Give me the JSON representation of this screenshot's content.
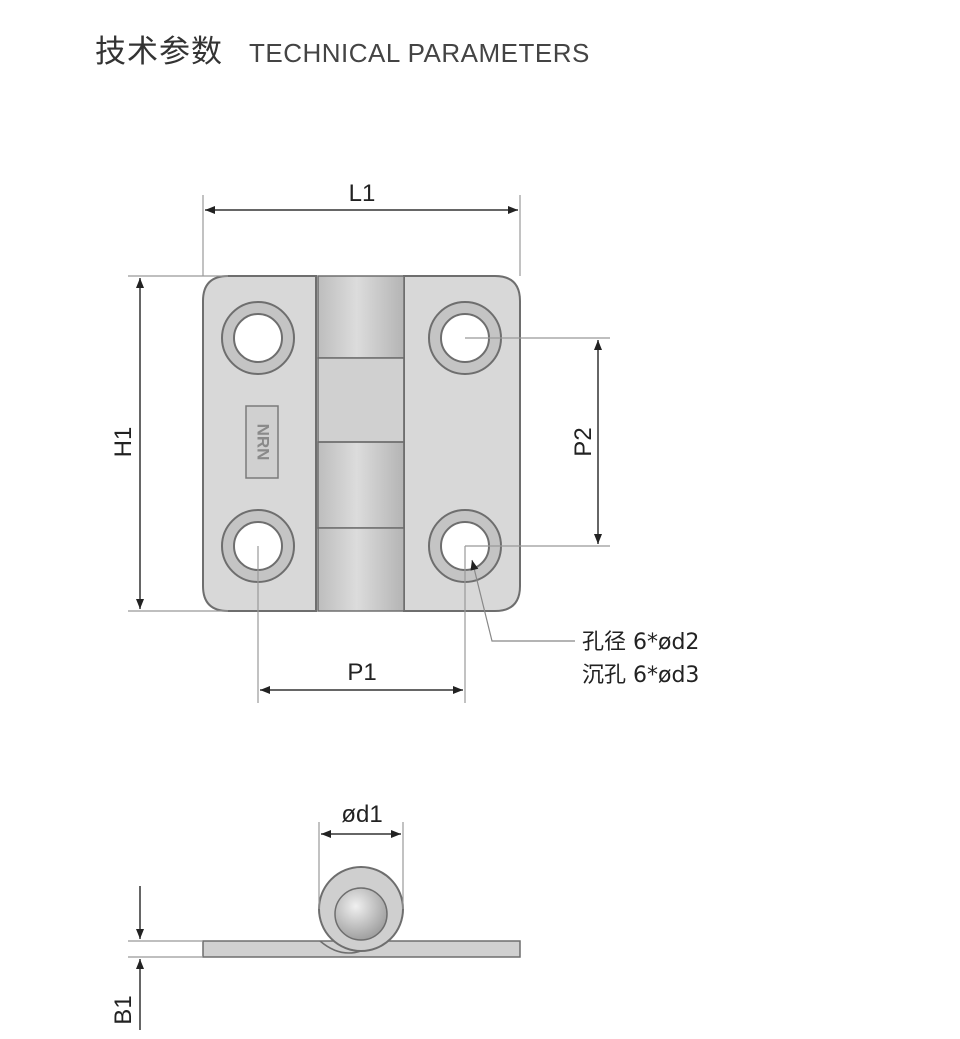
{
  "header": {
    "title_cn": "技术参数",
    "title_en": "TECHNICAL PARAMETERS"
  },
  "front_view": {
    "logo_text": "NRN",
    "dims": {
      "L1": "L1",
      "H1": "H1",
      "P1": "P1",
      "P2": "P2"
    },
    "hole_note": {
      "line1": "孔径 6*ød2",
      "line2": "沉孔 6*ød3"
    }
  },
  "side_view": {
    "dims": {
      "d1": "ød1",
      "B1": "B1"
    }
  },
  "colors": {
    "plate_fill": "#d7d7d7",
    "plate_stroke": "#6e6e6e",
    "knuckle_fill": "#c8c8c8",
    "dimension_line": "#333333",
    "extension_line": "#999999"
  }
}
